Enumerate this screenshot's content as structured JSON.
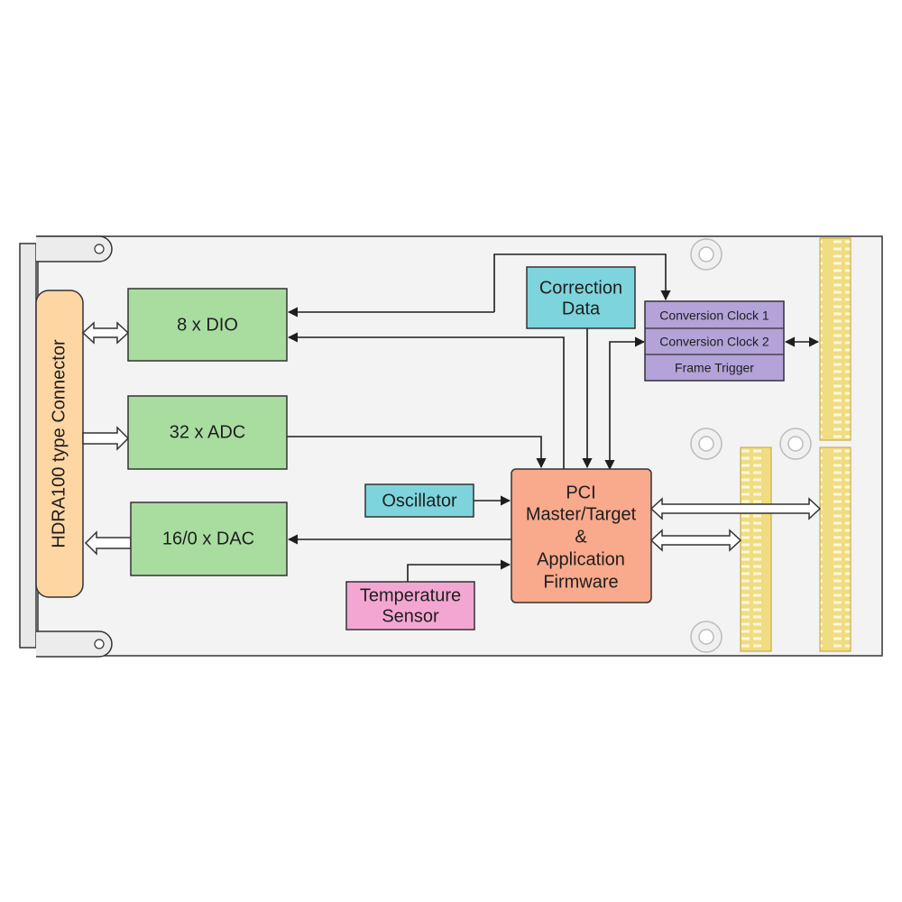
{
  "connector": {
    "label": "HDRA100 type Connector",
    "color": "#fdd6a4"
  },
  "blocks": {
    "dio": {
      "label": "8 x DIO",
      "color": "#a9dda0"
    },
    "adc": {
      "label": "32 x ADC",
      "color": "#a9dda0"
    },
    "dac": {
      "label": "16/0 x DAC",
      "color": "#a9dda0"
    },
    "correction": {
      "line1": "Correction",
      "line2": "Data",
      "color": "#7ed4dc"
    },
    "oscillator": {
      "label": "Oscillator",
      "color": "#7ed4dc"
    },
    "temperature": {
      "line1": "Temperature",
      "line2": "Sensor",
      "color": "#f3a6d2"
    },
    "pci": {
      "line1": "PCI",
      "line2": "Master/Target",
      "line3": "&",
      "line4": "Application",
      "line5": "Firmware",
      "color": "#f9a98c"
    },
    "clocks": {
      "color": "#b3a3d8",
      "rows": [
        "Conversion Clock 1",
        "Conversion Clock 2",
        "Frame Trigger"
      ]
    }
  },
  "colors": {
    "board": "#f3f3f3",
    "outline": "#333333",
    "pcb_connector": "#f0dc82"
  }
}
